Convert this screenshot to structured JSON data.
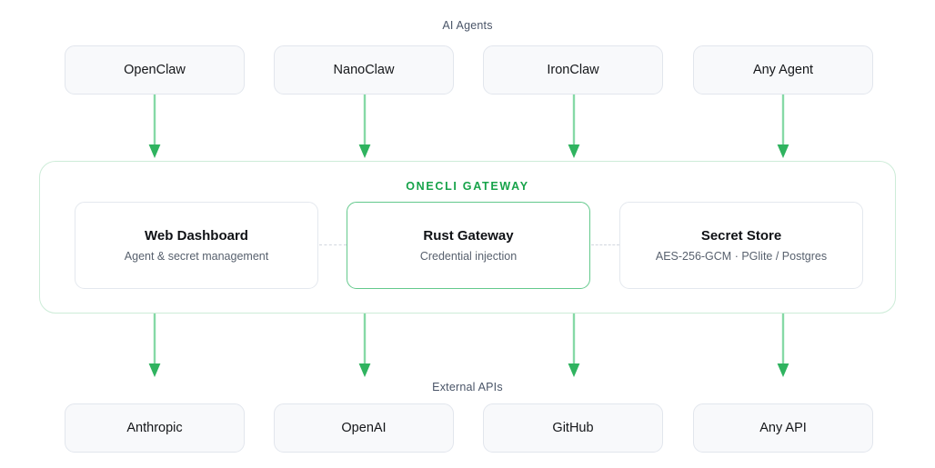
{
  "sections": {
    "agents_label": "AI Agents",
    "apis_label": "External APIs"
  },
  "agents": [
    {
      "label": "OpenClaw"
    },
    {
      "label": "NanoClaw"
    },
    {
      "label": "IronClaw"
    },
    {
      "label": "Any Agent"
    }
  ],
  "gateway": {
    "title": "ONECLI GATEWAY",
    "components": [
      {
        "title": "Web Dashboard",
        "subtitle": "Agent & secret management",
        "accent": false
      },
      {
        "title": "Rust Gateway",
        "subtitle": "Credential injection",
        "accent": true
      },
      {
        "title": "Secret Store",
        "subtitle": "AES-256-GCM · PGlite / Postgres",
        "accent": false
      }
    ]
  },
  "external_apis": [
    {
      "label": "Anthropic"
    },
    {
      "label": "OpenAI"
    },
    {
      "label": "GitHub"
    },
    {
      "label": "Any API"
    }
  ],
  "colors": {
    "accent_green": "#17a34a",
    "arrow_line": "#86d9a6",
    "arrow_head": "#2fb35f",
    "gateway_border": "#cdecd8",
    "node_border": "#e2e6ed",
    "node_background": "#f8f9fb",
    "label_text": "#4a5568",
    "title_text": "#0f1115",
    "subtitle_text": "#58616e",
    "dashed_connector": "#d2d7df",
    "page_background": "#ffffff"
  },
  "arrows": {
    "agents_to_gateway_count": 4,
    "gateway_to_apis_count": 4,
    "direction": "down"
  }
}
